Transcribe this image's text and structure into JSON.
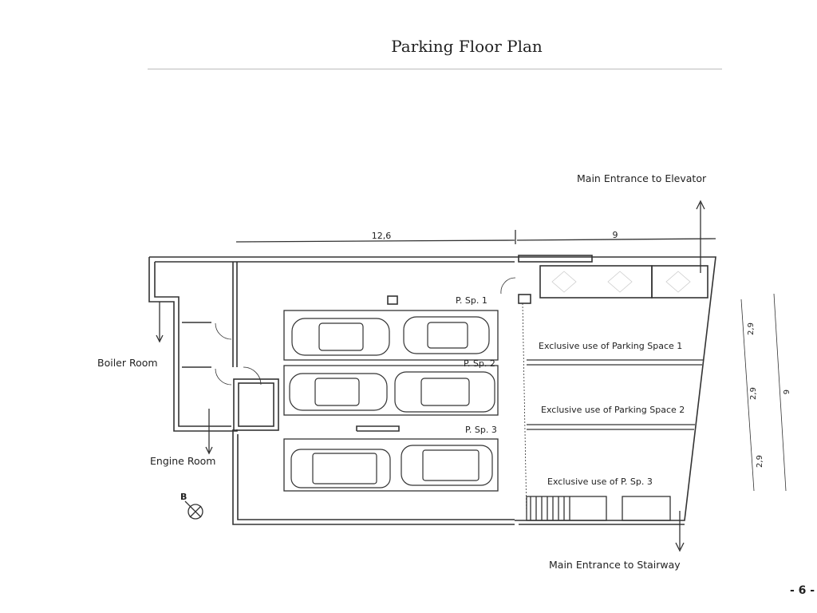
{
  "page": {
    "title": "Parking Floor Plan",
    "page_number": "- 6 -"
  },
  "labels": {
    "main_entrance_elevator": "Main Entrance to Elevator",
    "main_entrance_stairway": "Main Entrance to Stairway",
    "boiler_room": "Boiler Room",
    "engine_room": "Engine Room",
    "section_marker": "B"
  },
  "dimensions": {
    "width_left": "12,6",
    "width_right": "9",
    "space_1": "2,9",
    "space_2": "2,9",
    "space_3": "2,9",
    "depth_total": "9"
  },
  "parking": {
    "p1": "P. Sp. 1",
    "p2": "P. Sp. 2",
    "p3": "P. Sp. 3",
    "excl1": "Exclusive use of Parking Space 1",
    "excl2": "Exclusive use of Parking Space 2",
    "excl3": "Exclusive use of P. Sp. 3"
  }
}
